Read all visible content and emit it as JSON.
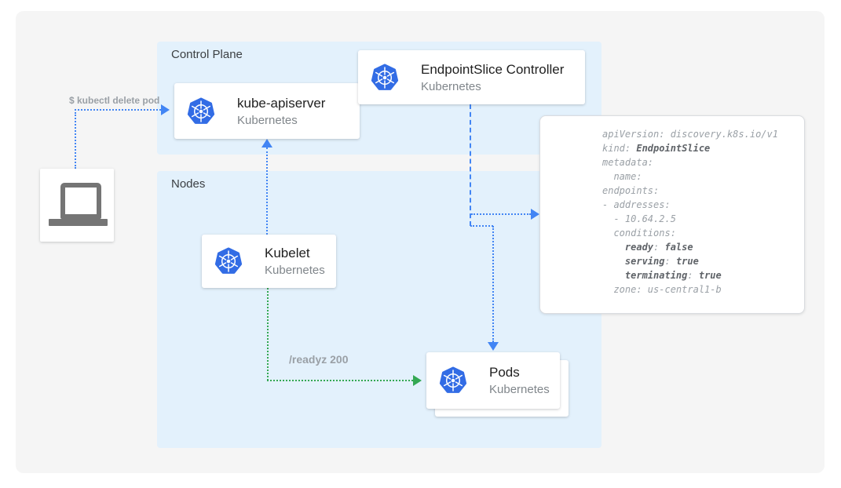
{
  "panels": {
    "control_plane": {
      "label": "Control Plane"
    },
    "nodes": {
      "label": "Nodes"
    }
  },
  "terminal": {
    "command": "$ kubectl delete pod",
    "icon": "laptop-icon"
  },
  "cards": {
    "kube_apiserver": {
      "title": "kube-apiserver",
      "subtitle": "Kubernetes",
      "icon": "kubernetes-icon"
    },
    "endpointslice_controller": {
      "title": "EndpointSlice Controller",
      "subtitle": "Kubernetes",
      "icon": "kubernetes-icon"
    },
    "kubelet": {
      "title": "Kubelet",
      "subtitle": "Kubernetes",
      "icon": "kubernetes-icon"
    },
    "pods": {
      "title": "Pods",
      "subtitle": "Kubernetes",
      "icon": "kubernetes-icon"
    }
  },
  "edge_labels": {
    "readyz": "/readyz 200"
  },
  "yaml": {
    "lines": [
      [
        {
          "t": "apiVersion: discovery.k8s.io/v1",
          "b": false
        }
      ],
      [
        {
          "t": "kind: ",
          "b": false
        },
        {
          "t": "EndpointSlice",
          "b": true
        }
      ],
      [
        {
          "t": "metadata:",
          "b": false
        }
      ],
      [
        {
          "t": "  name:",
          "b": false
        }
      ],
      [
        {
          "t": "endpoints:",
          "b": false
        }
      ],
      [
        {
          "t": "- addresses:",
          "b": false
        }
      ],
      [
        {
          "t": "  - 10.64.2.5",
          "b": false
        }
      ],
      [
        {
          "t": "  conditions:",
          "b": false
        }
      ],
      [
        {
          "t": "    ",
          "b": false
        },
        {
          "t": "ready",
          "b": true
        },
        {
          "t": ": ",
          "b": false
        },
        {
          "t": "false",
          "b": true
        }
      ],
      [
        {
          "t": "    ",
          "b": false
        },
        {
          "t": "serving",
          "b": true
        },
        {
          "t": ": ",
          "b": false
        },
        {
          "t": "true",
          "b": true
        }
      ],
      [
        {
          "t": "    ",
          "b": false
        },
        {
          "t": "terminating",
          "b": true
        },
        {
          "t": ": ",
          "b": false
        },
        {
          "t": "true",
          "b": true
        }
      ],
      [
        {
          "t": "  zone: us-central1-b",
          "b": false
        }
      ]
    ]
  },
  "colors": {
    "arrow_blue": "#4285f4",
    "arrow_green": "#34a853",
    "kubernetes_blue": "#326ce5",
    "panel_blue": "#e3f1fc",
    "backdrop_gray": "#f5f5f5",
    "code_gray": "#9aa0a6",
    "code_bold_gray": "#5f6368"
  }
}
